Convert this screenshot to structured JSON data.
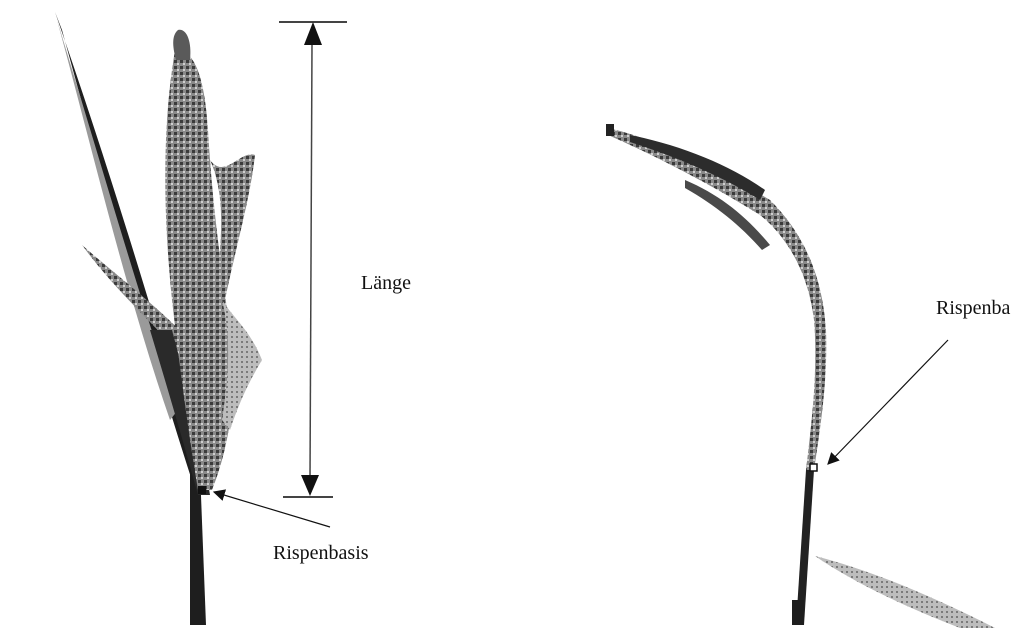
{
  "figure": {
    "labels": {
      "length": "Länge",
      "panicle_base_left": "Rispenbasis",
      "panicle_base_right": "Rispenba"
    },
    "colors": {
      "background": "#ffffff",
      "plant_dark": "#1e1e1e",
      "plant_mid": "#6b6b6b",
      "plant_light": "#b5b5b5",
      "line": "#3a3a3a"
    }
  }
}
